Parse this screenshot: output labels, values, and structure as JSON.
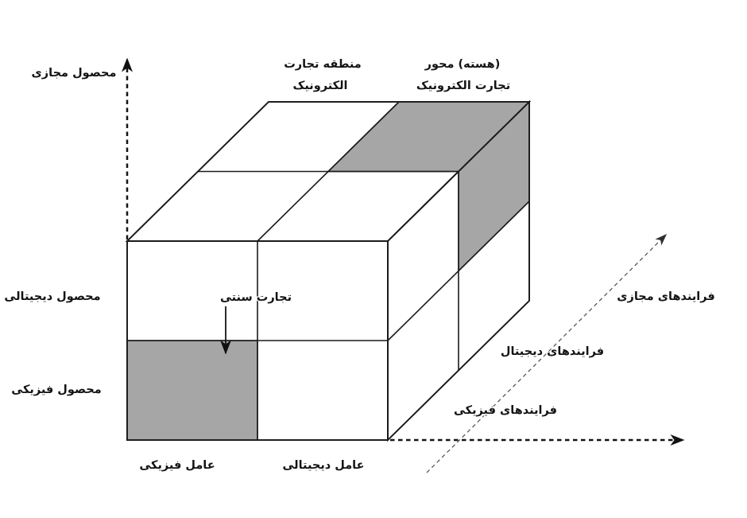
{
  "colors": {
    "background": "#ffffff",
    "line": "#1a1a1a",
    "highlight_gray": "#a6a6a6"
  },
  "cube": {
    "product_axis": {
      "arrow_label": "محصول مجازی",
      "ticks": {
        "digital": "محصول دیجیتالی",
        "physical": "محصول فیزیکی"
      }
    },
    "agent_axis": {
      "ticks": {
        "physical": "عامل فیزیکی",
        "digital": "عامل دیجیتالی"
      }
    },
    "process_axis": {
      "ticks": {
        "physical": "فرایندهای فیزیکی",
        "digital": "فرایندهای دیجیتال",
        "virtual": "فرایندهای مجازی"
      }
    },
    "annotations": {
      "ecommerce_zone": {
        "line1": "منطقه تجارت",
        "line2": "الکترونیک"
      },
      "ecommerce_core": {
        "line1": "(هسته) محور",
        "line2": "تجارت الکترونیک"
      },
      "traditional_commerce": "تجارت سنتی"
    }
  }
}
